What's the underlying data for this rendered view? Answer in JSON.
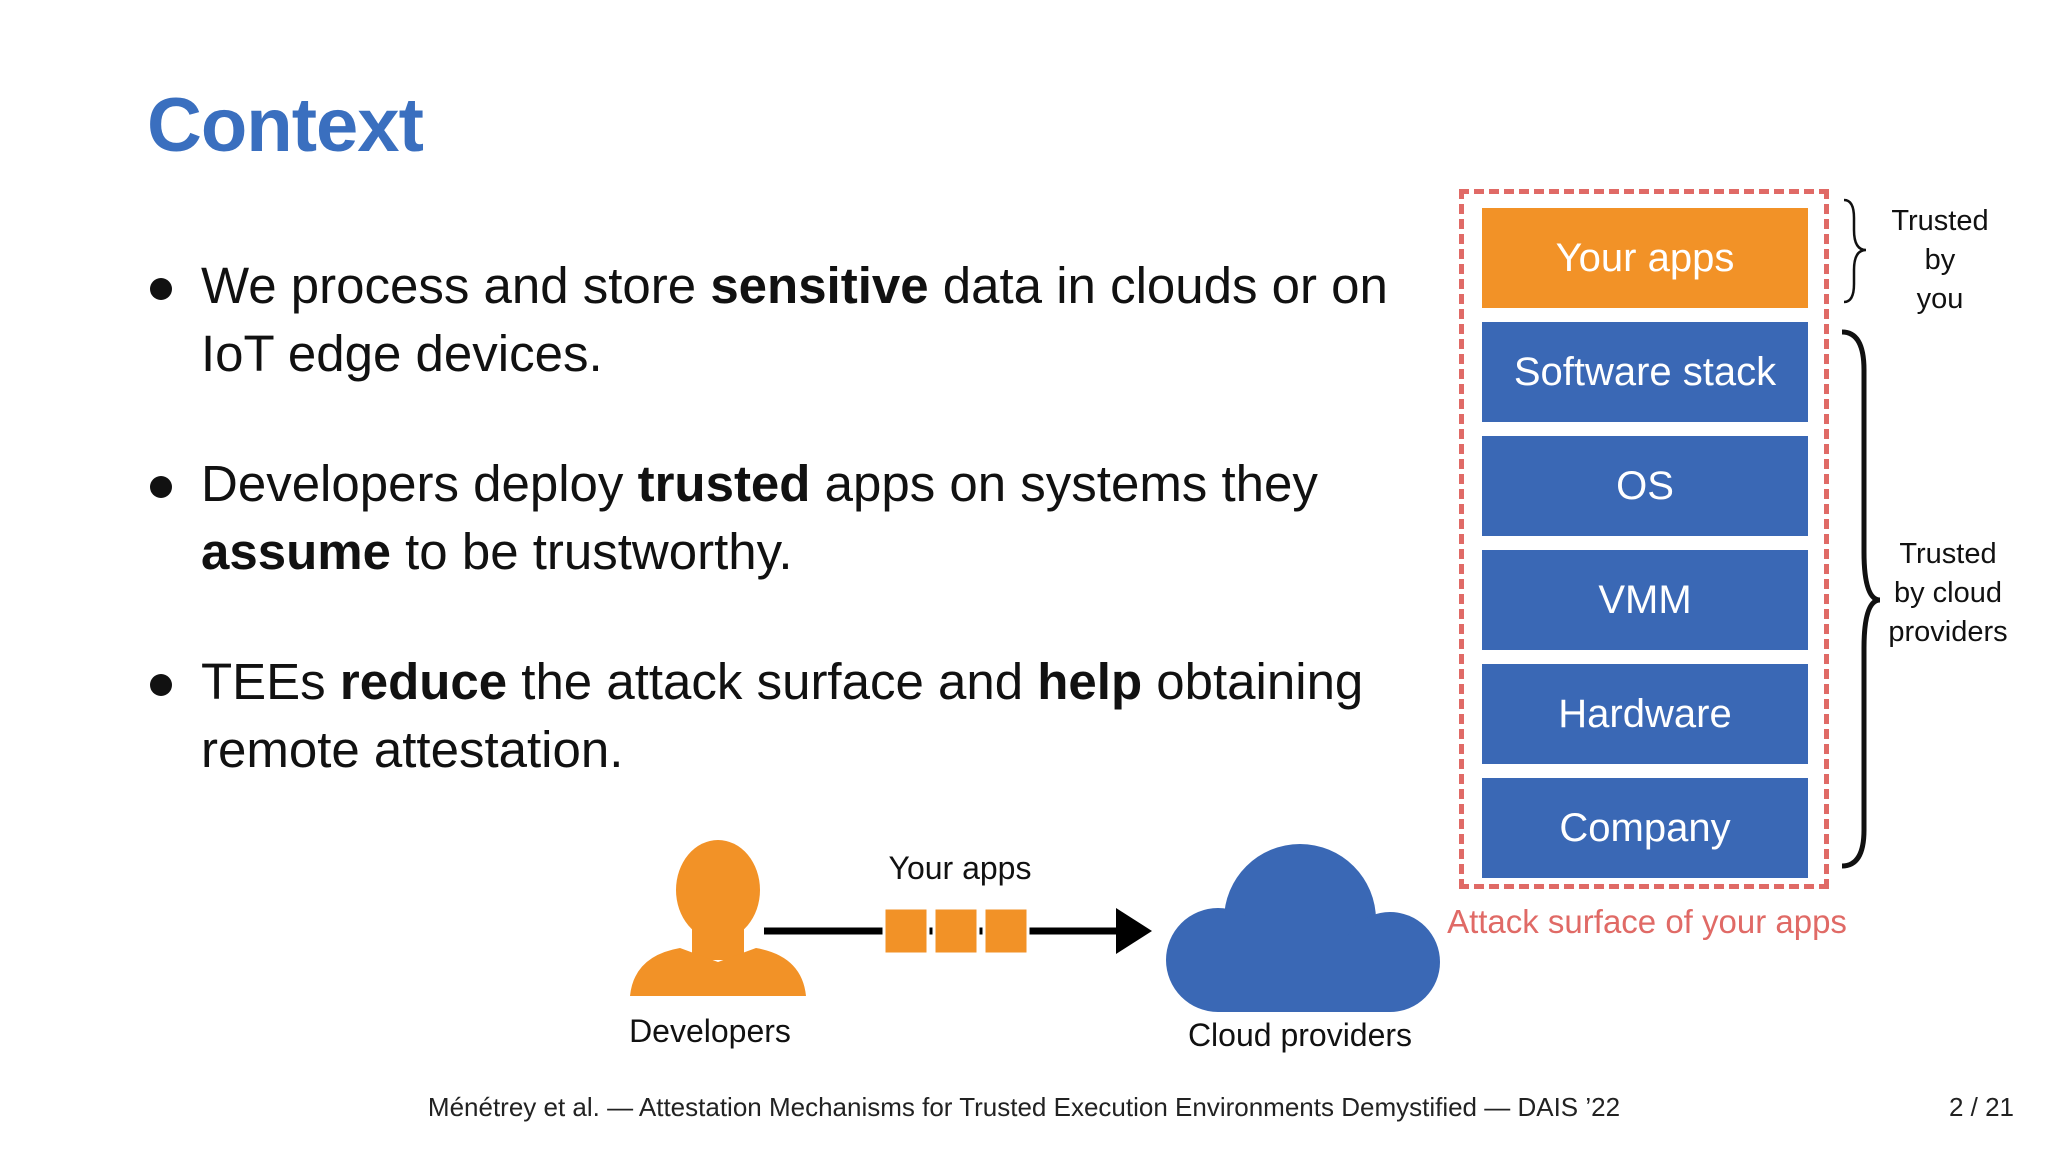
{
  "slide": {
    "title": "Context",
    "bullets": [
      {
        "parts": [
          {
            "t": "We process and store ",
            "b": false
          },
          {
            "t": "sensitive",
            "b": true
          },
          {
            "t": " data in clouds or on IoT edge devices.",
            "b": false
          }
        ]
      },
      {
        "parts": [
          {
            "t": "Developers deploy ",
            "b": false
          },
          {
            "t": "trusted",
            "b": true
          },
          {
            "t": " apps on systems they ",
            "b": false
          },
          {
            "t": "assume",
            "b": true
          },
          {
            "t": " to be trustworthy.",
            "b": false
          }
        ]
      },
      {
        "parts": [
          {
            "t": "TEEs ",
            "b": false
          },
          {
            "t": "reduce",
            "b": true
          },
          {
            "t": " the attack surface and ",
            "b": false
          },
          {
            "t": "help",
            "b": true
          },
          {
            "t": " obtaining remote attestation.",
            "b": false
          }
        ]
      }
    ]
  },
  "stack": {
    "layers": [
      "Your apps",
      "Software stack",
      "OS",
      "VMM",
      "Hardware",
      "Company"
    ],
    "attack_surface_label": "Attack surface of your apps",
    "trusted_by_you": [
      "Trusted",
      "by",
      "you"
    ],
    "trusted_by_cloud": [
      "Trusted",
      "by cloud",
      "providers"
    ]
  },
  "flow": {
    "developers_label": "Developers",
    "apps_label": "Your apps",
    "cloud_label": "Cloud providers"
  },
  "footer": {
    "citation": "Ménétrey  et al. — Attestation Mechanisms for Trusted Execution Environments Demystified — DAIS ’22",
    "page": "2 / 21"
  },
  "colors": {
    "title_blue": "#3a6fbf",
    "layer_blue": "#3a68b5",
    "accent_orange": "#f29227",
    "attack_red": "#e06a66"
  }
}
